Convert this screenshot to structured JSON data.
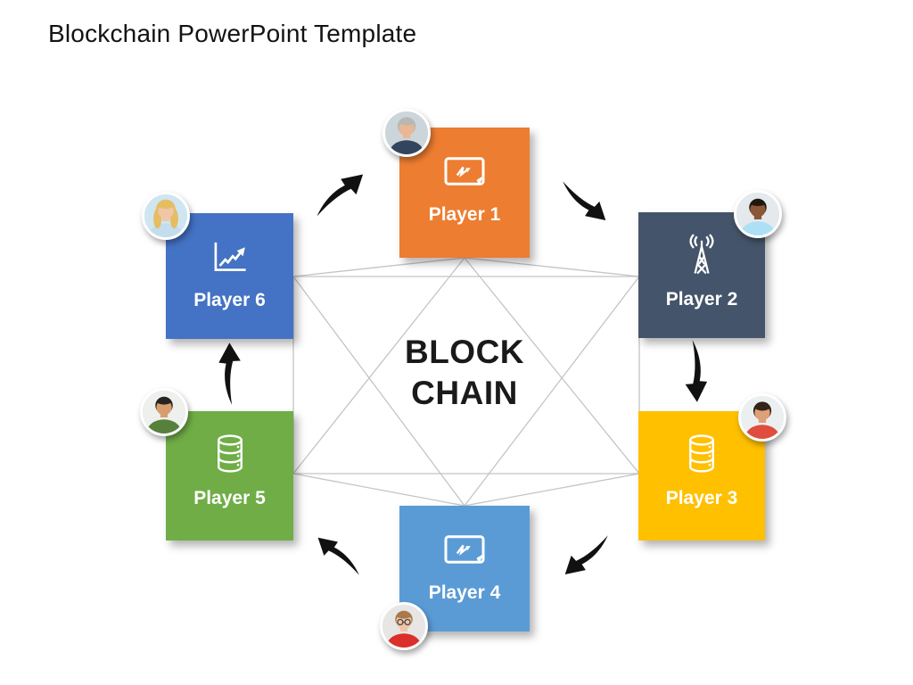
{
  "slide": {
    "title": "Blockchain PowerPoint Template",
    "background": "#ffffff",
    "center_label": {
      "line1": "BLOCK",
      "line2": "CHAIN",
      "color": "#1a1a1a"
    },
    "network": {
      "line_color": "#c4c4c4",
      "arrow_color": "#111111",
      "arrows": [
        {
          "from": "Player 6",
          "to": "Player 1"
        },
        {
          "from": "Player 1",
          "to": "Player 2"
        },
        {
          "from": "Player 2",
          "to": "Player 3"
        },
        {
          "from": "Player 3",
          "to": "Player 4"
        },
        {
          "from": "Player 4",
          "to": "Player 5"
        },
        {
          "from": "Player 5",
          "to": "Player 6"
        }
      ]
    }
  },
  "players": [
    {
      "label": "Player 1",
      "box_color": "#ED7D31",
      "icon": "screen-flash-icon",
      "avatar": {
        "desc": "older man with gray hair in dark blue shirt",
        "bg": "#ccd5da",
        "skin": "#e9b793",
        "hair": "#b7b7b3",
        "shirt": "#32455c"
      }
    },
    {
      "label": "Player 2",
      "box_color": "#44546A",
      "icon": "radio-tower-icon",
      "avatar": {
        "desc": "smiling man in light blue shirt",
        "bg": "#e3e9ec",
        "skin": "#8a5737",
        "hair": "#20180f",
        "shirt": "#aee0f5"
      }
    },
    {
      "label": "Player 3",
      "box_color": "#FFC000",
      "icon": "database-icon",
      "avatar": {
        "desc": "man with dark brown hair in red polo",
        "bg": "#eceff0",
        "skin": "#dda077",
        "hair": "#33241a",
        "shirt": "#e04c3e"
      }
    },
    {
      "label": "Player 4",
      "box_color": "#5B9BD5",
      "icon": "screen-flash-icon",
      "avatar": {
        "desc": "young man with glasses in red shirt",
        "bg": "#e8e6e4",
        "skin": "#efc5a3",
        "hair": "#a9784c",
        "shirt": "#da2f2a"
      }
    },
    {
      "label": "Player 5",
      "box_color": "#70AD47",
      "icon": "database-icon",
      "avatar": {
        "desc": "smiling man in green shirt",
        "bg": "#edf0ec",
        "skin": "#d79e6d",
        "hair": "#272321",
        "shirt": "#57803c"
      }
    },
    {
      "label": "Player 6",
      "box_color": "#4472C4",
      "icon": "line-chart-icon",
      "avatar": {
        "desc": "blonde woman in light blue top",
        "bg": "#cfe6f2",
        "skin": "#f0c6a6",
        "hair": "#e5bd63",
        "shirt": "#c3dded"
      }
    }
  ]
}
